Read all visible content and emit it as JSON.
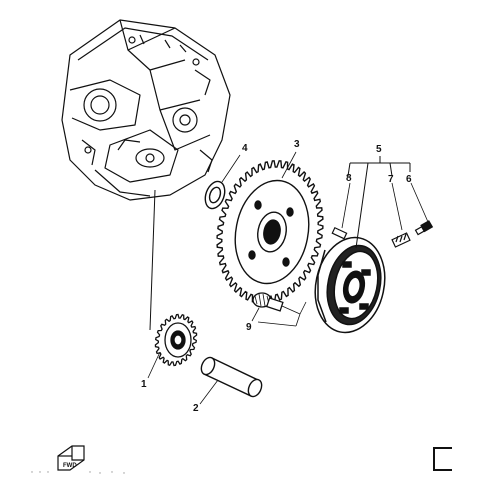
{
  "diagram": {
    "callouts": {
      "n1": "1",
      "n2": "2",
      "n3": "3",
      "n4": "4",
      "n5": "5",
      "n6": "6",
      "n7": "7",
      "n8": "8",
      "n9": "9"
    },
    "footer": {
      "logo": "FWD"
    },
    "colors": {
      "ink": "#111111",
      "paper": "#ffffff"
    }
  }
}
